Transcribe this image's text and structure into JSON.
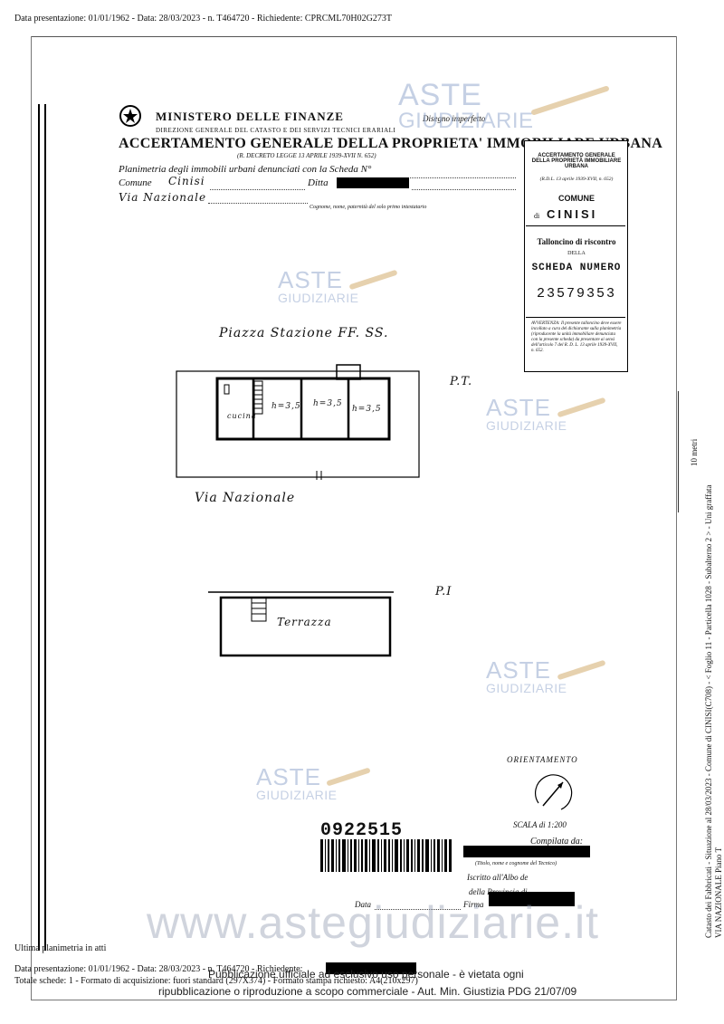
{
  "header_top": "Data presentazione: 01/01/1962 - Data: 28/03/2023 - n. T464720 - Richiedente: CPRCML70H02G273T",
  "form": {
    "ministry": "MINISTERO DELLE FINANZE",
    "direction": "DIREZIONE GENERALE DEL CATASTO E DEI SERVIZI TECNICI ERARIALI",
    "title": "ACCERTAMENTO GENERALE DELLA PROPRIETA' IMMOBILIARE URBANA",
    "decree": "(R. DECRETO LEGGE 13 APRILE 1939-XVII N. 652)",
    "note": "Disegno imperfetto",
    "planimetria_label": "Planimetria degli immobili urbani denunciati con la Scheda N°",
    "comune_label": "Comune",
    "comune_value": "Cinisi",
    "ditta_label": "Ditta",
    "via_value": "Via Nazionale",
    "footnote": "Cognome, nome, paternità del solo primo intestatario"
  },
  "counterfoil": {
    "head": "ACCERTAMENTO GENERALE DELLA PROPRIETÀ IMMOBILIARE URBANA",
    "decree": "(R.D.L. 13 aprile 1939-XVII, n. 652)",
    "comune_label": "COMUNE",
    "di": "di",
    "comune_value": "CINISI",
    "riscontro": "Talloncino di riscontro",
    "della": "DELLA",
    "scheda": "SCHEDA NUMERO",
    "numero": "23579353",
    "avvertenza": "AVVERTENZA: Il presente talloncino deve essere incollato a cura del dichiarante sulla planimetria (riproducente la unità immobiliare denunciata con la presente scheda) da presentare ai sensi dell'articolo 7 del R. D. L. 13 aprile 1939-XVII, n. 652."
  },
  "watermark": {
    "line1": "ASTE",
    "line2": "GIUDIZIARIE",
    "url": "www.astegiudiziarie.it"
  },
  "plan": {
    "street_top": "Piazza Stazione FF. SS.",
    "floor_ground": "P.T.",
    "room_kitchen": "cucina",
    "room_h1": "h=3,5",
    "room_h2": "h=3,5",
    "room_h3": "h=3,5",
    "street_bottom": "Via Nazionale",
    "floor_first": "P.I",
    "terrace": "Terrazza"
  },
  "stamp": {
    "barcode_number": "0922515",
    "orientamento": "ORIENTAMENTO",
    "scala": "SCALA di 1:200",
    "compilata": "Compilata da:",
    "titolo_note": "(Titolo, nome e cognome del Tecnico)",
    "iscritto": "Iscritto all'Albo de",
    "provincia": "della Provincia di",
    "data_label": "Data",
    "firma_label": "Firma"
  },
  "side": {
    "line1": "Catasto dei Fabbricati - Situazione al 28/03/2023 - Comune di CINISI(C708) - < Foglio 11 - Particella 1028 - Subalterno 2 > - Uni graffata",
    "line2": "VIA NAZIONALE Piano T",
    "scale_label": "10 metri"
  },
  "footer": {
    "ultima": "Ultima planimetria in atti",
    "line1": "Data presentazione: 01/01/1962 - Data: 28/03/2023 - n. T464720 - Richiedente:",
    "line2": "Totale schede: 1 - Formato di acquisizione: fuori standard (297X374) - Formato stampa richiesto: A4(210x297)",
    "pub1": "Pubblicazione ufficiale ad esclusivo uso personale - è vietata ogni",
    "pub2": "ripubblicazione o riproduzione a scopo commerciale - Aut. Min. Giustizia PDG 21/07/09"
  }
}
